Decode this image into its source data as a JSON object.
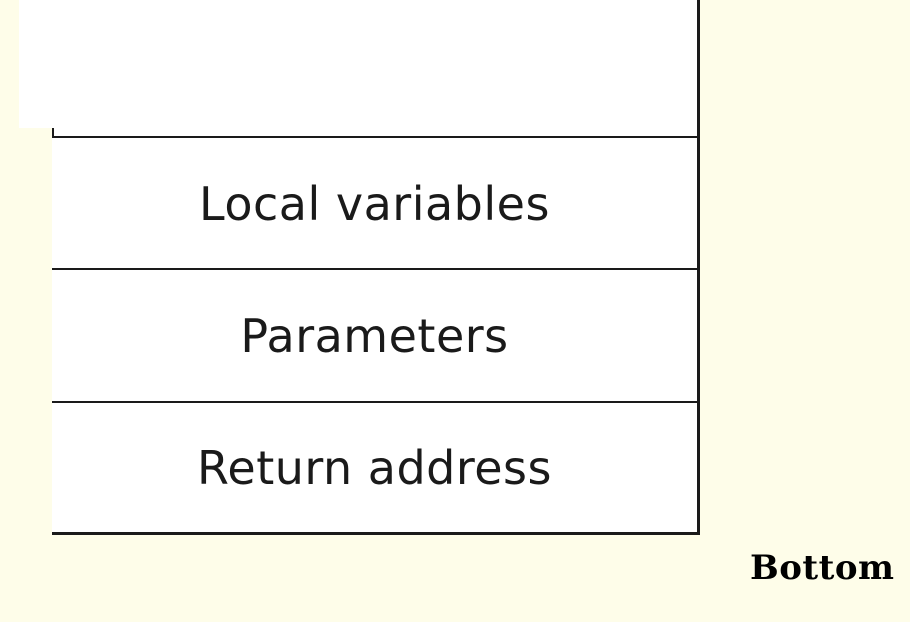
{
  "diagram": {
    "frames": [
      {
        "label": "Local variables"
      },
      {
        "label": "Parameters"
      },
      {
        "label": "Return address"
      }
    ],
    "bottom_label": "Bottom"
  },
  "colors": {
    "background": "#fefde9",
    "box_fill": "#ffffff",
    "line": "#1a1a1a"
  }
}
